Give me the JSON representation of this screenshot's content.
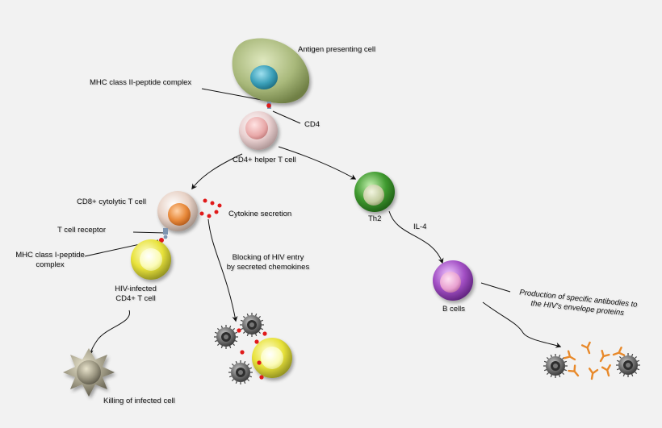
{
  "labels": {
    "apc": "Antigen presenting cell",
    "mhc2": "MHC class II-peptide complex",
    "cd4": "CD4",
    "cd4_helper": "CD4+ helper T cell",
    "cd8": "CD8+ cytolytic T cell",
    "cytokine": "Cytokine secretion",
    "tcr": "T cell receptor",
    "mhc1_line1": "MHC class I-peptide",
    "mhc1_line2": "complex",
    "blocking_line1": "Blocking of HIV entry",
    "blocking_line2": "by secreted chemokines",
    "hiv_infected_line1": "HIV-infected",
    "hiv_infected_line2": "CD4+ T cell",
    "killing": "Killing of infected cell",
    "th2": "Th2",
    "il4": "IL-4",
    "bcells": "B cells",
    "antibodies_line1": "Production of specific antibodies to",
    "antibodies_line2": "the HIV's envelope proteins"
  },
  "colors": {
    "background": "#f2f2f2",
    "apc": "#9aab6a",
    "apc_nucleus": "#3a9fb8",
    "cd4_helper_cell": "#e8b0b0",
    "cd8_cell": "#e8935a",
    "infected_cell": "#e6e23a",
    "th2_cell": "#3f9a2f",
    "b_cell": "#a24fc4",
    "antibody": "#e8892a",
    "chemokine_dot": "#e01a1a",
    "virus": "#4a4a4a",
    "dead_cell": "#8a8574"
  }
}
